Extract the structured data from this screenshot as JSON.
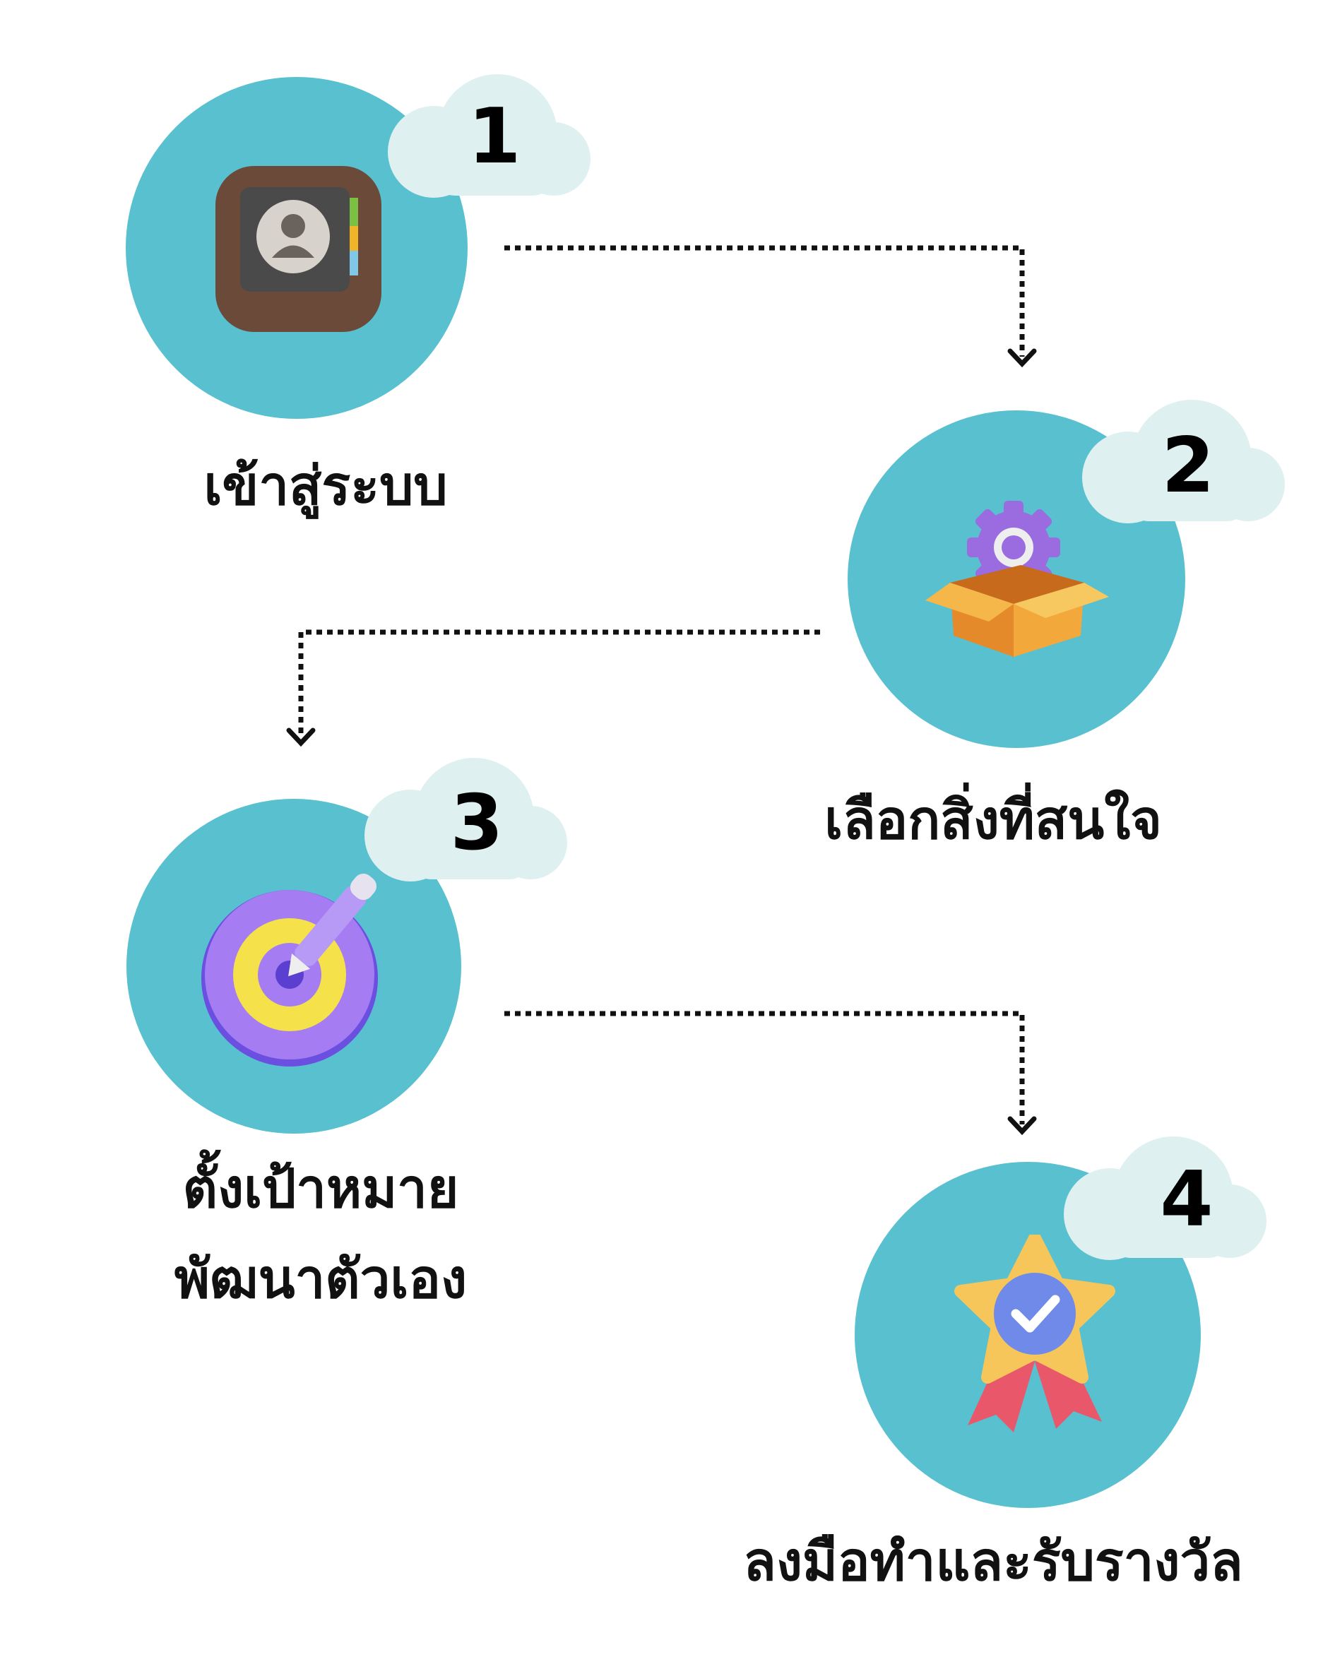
{
  "colors": {
    "circle": "#58c0cf",
    "cloud": "#dff0f0",
    "text": "#111111"
  },
  "steps": [
    {
      "number": "1",
      "label": "เข้าสู่ระบบ",
      "icon": "contact-book-icon"
    },
    {
      "number": "2",
      "label": "เลือกสิ่งที่สนใจ",
      "icon": "box-gear-icon"
    },
    {
      "number": "3",
      "label_lines": [
        "ตั้งเป้าหมาย",
        "พัฒนาตัวเอง"
      ],
      "icon": "target-pencil-icon"
    },
    {
      "number": "4",
      "label": "ลงมือทำและรับรางวัล",
      "icon": "award-badge-icon"
    }
  ]
}
